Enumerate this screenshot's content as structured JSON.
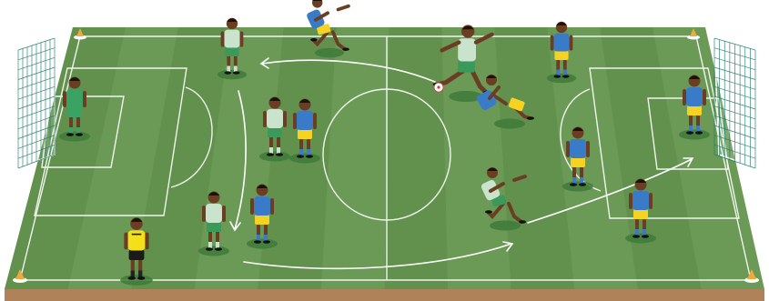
{
  "scene": {
    "description_free": true,
    "colors": {
      "grass_light": "#6a9a55",
      "grass_dark": "#5a8a47",
      "soil": "#b0825a",
      "line": "#ffffff",
      "cone": "#f2a93b",
      "team_green_shirt": "#c9e3cd",
      "team_green_shorts": "#3a9a5a",
      "team_blue_shirt": "#3a7bc8",
      "team_blue_shorts": "#f5d320",
      "goalkeeper_green": "#3aa363",
      "referee_shirt": "#f4e01a",
      "referee_shorts": "#1a1a1a",
      "skin": "#6b3e24",
      "shadow": "#3f7a3a"
    },
    "players": [
      {
        "id": "gk-left",
        "team": "green-keeper",
        "icon": "player-standing"
      },
      {
        "id": "green-top-left",
        "team": "green",
        "icon": "player-standing"
      },
      {
        "id": "blue-top-running",
        "team": "blue",
        "icon": "player-running"
      },
      {
        "id": "green-mid-left",
        "team": "green",
        "icon": "player-standing"
      },
      {
        "id": "blue-mid-left",
        "team": "blue",
        "icon": "player-standing"
      },
      {
        "id": "green-shooter",
        "team": "green",
        "icon": "player-kicking"
      },
      {
        "id": "blue-tackler",
        "team": "blue",
        "icon": "player-sliding"
      },
      {
        "id": "blue-top-right",
        "team": "blue",
        "icon": "player-standing"
      },
      {
        "id": "blue-keeper-right",
        "team": "blue",
        "icon": "player-standing"
      },
      {
        "id": "blue-mid-right",
        "team": "blue",
        "icon": "player-standing"
      },
      {
        "id": "green-bottom-running",
        "team": "green",
        "icon": "player-running"
      },
      {
        "id": "blue-bottom-right",
        "team": "blue",
        "icon": "player-standing"
      },
      {
        "id": "green-bottom-left",
        "team": "green",
        "icon": "player-standing"
      },
      {
        "id": "blue-bottom-left",
        "team": "blue",
        "icon": "player-standing"
      },
      {
        "id": "referee",
        "team": "referee",
        "icon": "referee-standing"
      }
    ],
    "ball": {
      "icon": "soccer-ball-icon"
    },
    "arrows": [
      {
        "id": "pass-arrow-top"
      },
      {
        "id": "run-arrow-left"
      },
      {
        "id": "pass-arrow-bottom"
      },
      {
        "id": "run-arrow-right"
      }
    ]
  }
}
